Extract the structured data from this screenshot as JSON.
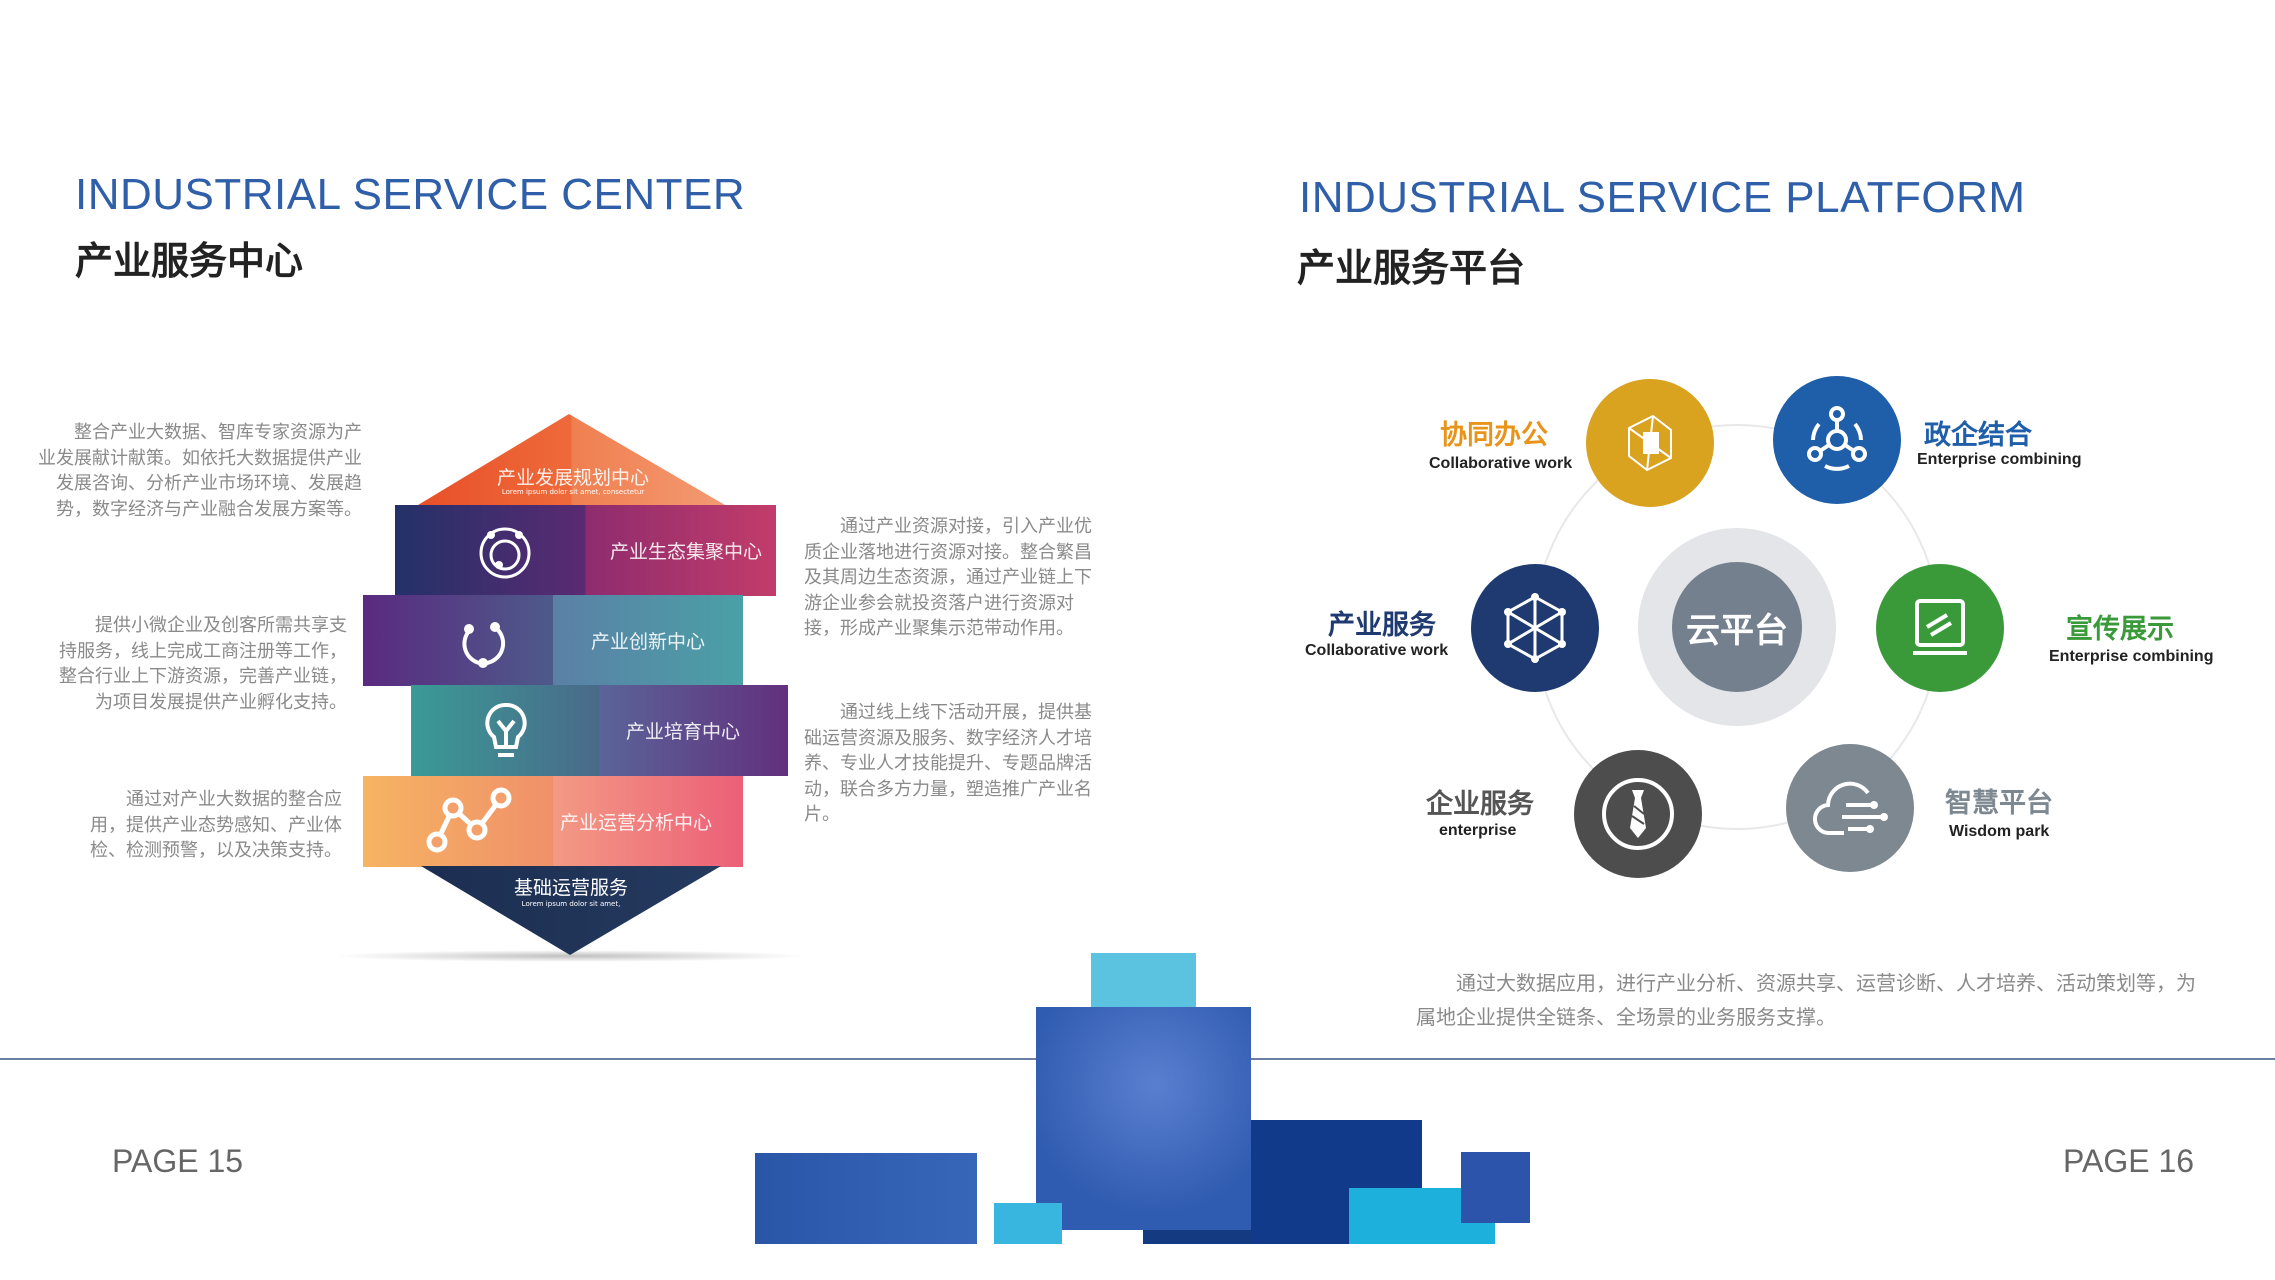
{
  "left": {
    "title_en": "INDUSTRIAL SERVICE CENTER",
    "title_cn": "产业服务中心",
    "paragraphs_left": [
      "整合产业大数据、智库专家资源为产业发展献计献策。如依托大数据提供产业发展咨询、分析产业市场环境、发展趋势，数字经济与产业融合发展方案等。",
      "提供小微企业及创客所需共享支持服务，线上完成工商注册等工作，整合行业上下游资源，完善产业链，为项目发展提供产业孵化支持。",
      "通过对产业大数据的整合应用，提供产业态势感知、产业体检、检测预警，以及决策支持。"
    ],
    "paragraphs_right": [
      "通过产业资源对接，引入产业优质企业落地进行资源对接。整合繁昌及其周边生态资源，通过产业链上下游企业参会就投资落户进行资源对接，形成产业聚集示范带动作用。",
      "通过线上线下活动开展，提供基础运营资源及服务、数字经济人才培养、专业人才技能提升、专题品牌活动，联合多方力量，塑造推广产业名片。"
    ],
    "top": {
      "label": "产业发展规划中心",
      "sub": "Lorem ipsum dolor sit amet, consectetur"
    },
    "bands": [
      {
        "label": "产业生态集聚中心",
        "icon": "orbit-icon"
      },
      {
        "label": "产业创新中心",
        "icon": "cycle-icon"
      },
      {
        "label": "产业培育中心",
        "icon": "lightbulb-icon"
      },
      {
        "label": "产业运营分析中心",
        "icon": "chart-line-icon"
      }
    ],
    "bottom": {
      "label": "基础运营服务",
      "sub": "Lorem ipsum dolor sit amet,"
    },
    "page": "PAGE 15"
  },
  "right": {
    "title_en": "INDUSTRIAL SERVICE PLATFORM",
    "title_cn": "产业服务平台",
    "center": "云平台",
    "nodes": [
      {
        "cn": "协同办公",
        "en": "Collaborative work",
        "color": "#d9a21f",
        "labelColor": "#e8931a"
      },
      {
        "cn": "政企结合",
        "en": "Enterprise combining",
        "color": "#1f5ea8",
        "labelColor": "#1f5ea8"
      },
      {
        "cn": "产业服务",
        "en": "Collaborative work",
        "color": "#1e3a70",
        "labelColor": "#1e3a70"
      },
      {
        "cn": "宣传展示",
        "en": "Enterprise combining",
        "color": "#3a9a3a",
        "labelColor": "#3a9a3a"
      },
      {
        "cn": "企业服务",
        "en": "enterprise",
        "color": "#4d4d4d",
        "labelColor": "#555555"
      },
      {
        "cn": "智慧平台",
        "en": "Wisdom park",
        "color": "#7d8891",
        "labelColor": "#7d8891"
      }
    ],
    "paragraph": "通过大数据应用，进行产业分析、资源共享、运营诊断、人才培养、活动策划等，为属地企业提供全链条、全场景的业务服务支撑。",
    "page": "PAGE 16"
  }
}
